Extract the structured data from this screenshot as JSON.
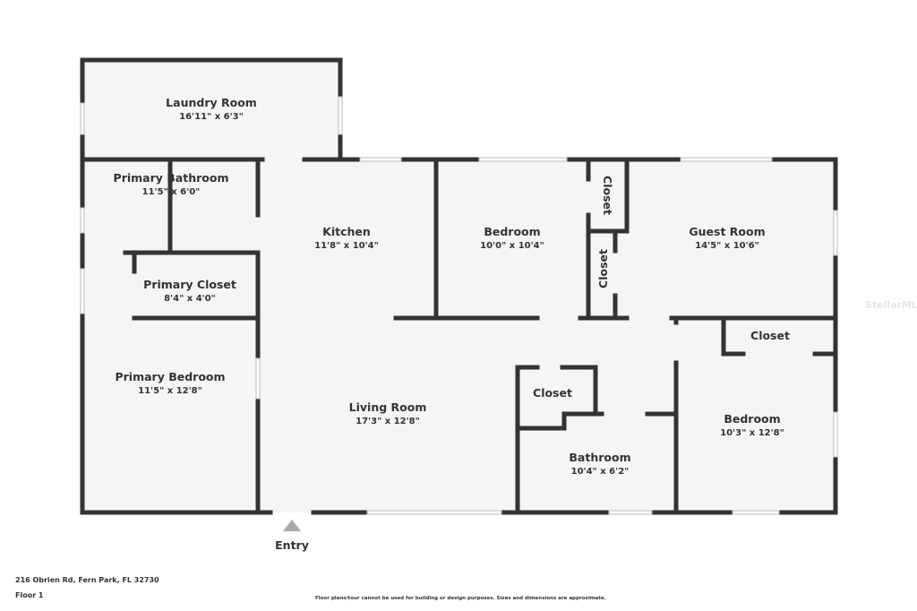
{
  "rooms": {
    "laundry": {
      "name": "Laundry Room",
      "dims": "16'11\" x 6'3\""
    },
    "primary_bathroom": {
      "name": "Primary Bathroom",
      "dims": "11'5\" x 6'0\""
    },
    "primary_closet": {
      "name": "Primary Closet",
      "dims": "8'4\" x 4'0\""
    },
    "primary_bedroom": {
      "name": "Primary Bedroom",
      "dims": "11'5\" x 12'8\""
    },
    "kitchen": {
      "name": "Kitchen",
      "dims": "11'8\" x 10'4\""
    },
    "bedroom1": {
      "name": "Bedroom",
      "dims": "10'0\" x 10'4\""
    },
    "closet_top": {
      "name": "Closet"
    },
    "closet_mid": {
      "name": "Closet"
    },
    "guest_room": {
      "name": "Guest Room",
      "dims": "14'5\" x 10'6\""
    },
    "closet_right": {
      "name": "Closet"
    },
    "living_room": {
      "name": "Living Room",
      "dims": "17'3\" x 12'8\""
    },
    "closet_center": {
      "name": "Closet"
    },
    "bathroom": {
      "name": "Bathroom",
      "dims": "10'4\" x 6'2\""
    },
    "bedroom2": {
      "name": "Bedroom",
      "dims": "10'3\" x 12'8\""
    }
  },
  "entry": "Entry",
  "address": "216 Obrien Rd, Fern Park, FL 32730",
  "floor": "Floor 1",
  "disclaimer": "Floor plans/tour cannot be used for building or design purposes. Sizes and dimensions are approximate.",
  "watermark": "StellarMLS",
  "colors": {
    "wall": "#333333",
    "floor": "#f5f5f5"
  }
}
